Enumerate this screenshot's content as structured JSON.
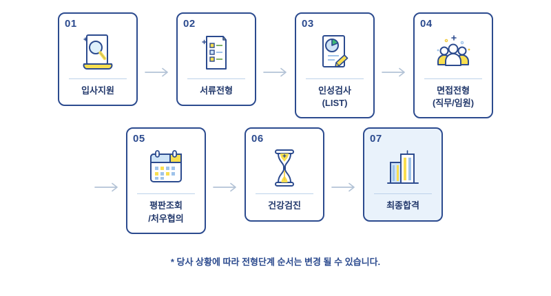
{
  "steps": [
    {
      "num": "01",
      "label1": "입사지원",
      "label2": ""
    },
    {
      "num": "02",
      "label1": "서류전형",
      "label2": ""
    },
    {
      "num": "03",
      "label1": "인성검사",
      "label2": "(LIST)"
    },
    {
      "num": "04",
      "label1": "면접전형",
      "label2": "(직무/임원)"
    },
    {
      "num": "05",
      "label1": "평판조회",
      "label2": "/처우협의"
    },
    {
      "num": "06",
      "label1": "건강검진",
      "label2": ""
    },
    {
      "num": "07",
      "label1": "최종합격",
      "label2": ""
    }
  ],
  "note": "* 당사 상황에 따라 전형단계 순서는 변경 될 수 있습니다.",
  "icons": [
    "document-magnifier-icon",
    "document-list-icon",
    "chart-document-pencil-icon",
    "people-group-icon",
    "calendar-icon",
    "hourglass-icon",
    "buildings-icon"
  ],
  "colors": {
    "outline_navy": "#2b4a8e",
    "text_navy": "#22386b",
    "accent_yellow": "#f9df4f",
    "accent_light_blue": "#cfe4f7",
    "accent_green": "#3cb878",
    "arrow_gray_blue": "#b3c3d6",
    "highlight_card_bg": "#e9f2fb",
    "divider_blue": "#bcd2ea"
  }
}
